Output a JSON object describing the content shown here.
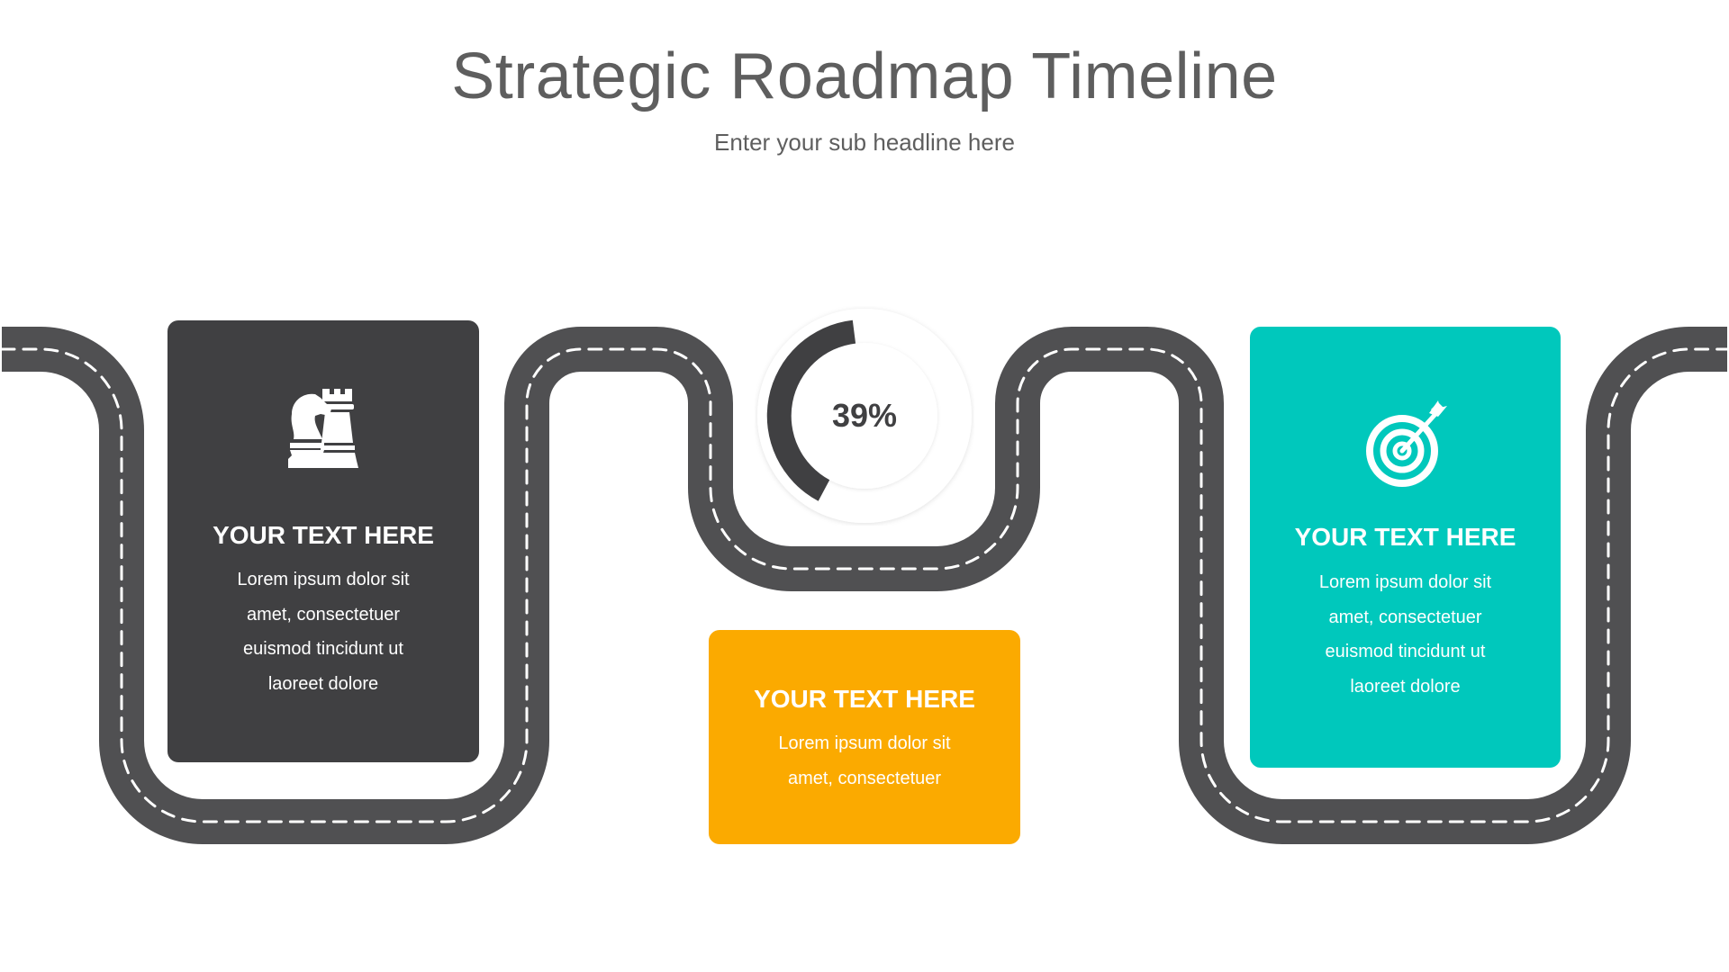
{
  "header": {
    "title": "Strategic Roadmap Timeline",
    "subtitle": "Enter your sub headline here"
  },
  "colors": {
    "road": "#505052",
    "road_dash": "#ffffff",
    "dark_card": "#404042",
    "teal_card": "#00c8bc",
    "orange_card": "#fbaa00",
    "text": "#5e5e5e"
  },
  "cards": [
    {
      "id": "left",
      "icon": "chess-icon",
      "heading": "YOUR TEXT HERE",
      "lines": [
        "Lorem ipsum dolor sit",
        "amet, consectetuer",
        "euismod tincidunt ut",
        "laoreet dolore"
      ]
    },
    {
      "id": "center",
      "icon": null,
      "heading": "YOUR TEXT HERE",
      "lines": [
        "Lorem ipsum dolor sit",
        "amet, consectetuer"
      ]
    },
    {
      "id": "right",
      "icon": "target-icon",
      "heading": "YOUR TEXT HERE",
      "lines": [
        "Lorem ipsum dolor sit",
        "amet, consectetuer",
        "euismod tincidunt ut",
        "laoreet dolore"
      ]
    }
  ],
  "progress": {
    "value": 39,
    "label": "39%"
  }
}
